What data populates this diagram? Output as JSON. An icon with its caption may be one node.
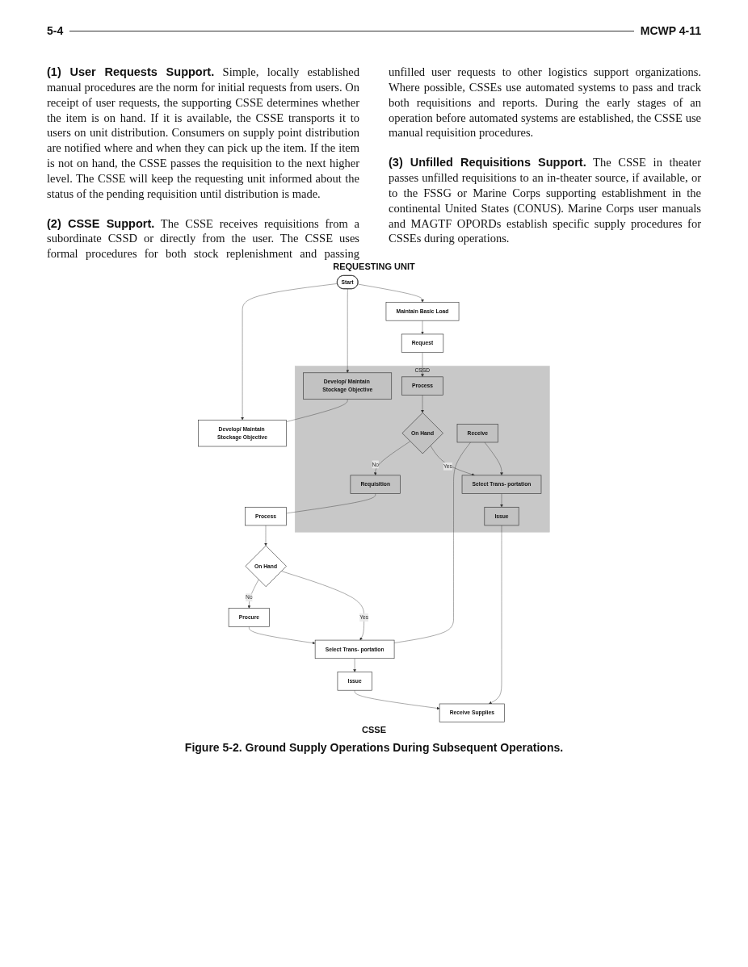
{
  "diagram": {
    "caption": "Figure 5-2. Ground Supply Operations During Subsequent Operations.",
    "nodes": [
      {
        "text": [
          "Start"
        ]
      },
      {
        "text": [
          "Maintain Basic Load"
        ]
      },
      {
        "text": [
          "Request"
        ]
      },
      {
        "text": [
          "Receive Supplies"
        ]
      },
      {
        "text": [
          "CSSD"
        ]
      },
      {
        "text": [
          "Develop/ Maintain Stockage Objective"
        ],
        "in": 4
      },
      {
        "text": [
          "Process"
        ],
        "in": 4
      },
      {
        "text": [
          "On Hand"
        ],
        "in": 4
      },
      {
        "text": [
          "Requisition"
        ],
        "in": 4
      },
      {
        "text": [
          "Receive"
        ],
        "in": 4
      },
      {
        "text": [
          "Select Trans- portation"
        ],
        "in": 4
      },
      {
        "text": [
          "Issue"
        ],
        "in": 4
      },
      {
        "text": [
          "Develop/ Maintain Stockage Objective"
        ]
      },
      {
        "text": [
          "Process"
        ]
      },
      {
        "text": [
          "On Hand"
        ]
      },
      {
        "text": [
          "Select Trans- portation"
        ]
      },
      {
        "text": [
          "Issue"
        ]
      },
      {
        "text": [
          "Procure"
        ]
      }
    ],
    "edges": [
      {
        "from": 0,
        "to": 1,
        "arrow": "to"
      },
      {
        "from": 0,
        "to": 5,
        "arrow": "to"
      },
      {
        "from": 0,
        "to": 12,
        "arrow": "to"
      },
      {
        "from": 1,
        "to": 2,
        "arrow": "to"
      },
      {
        "from": 2,
        "to": 6,
        "arrow": "to"
      },
      {
        "from": 6,
        "to": 7,
        "arrow": "to"
      },
      {
        "from": 7,
        "to": 10,
        "label": "Yes",
        "arrow": "to"
      },
      {
        "from": 7,
        "to": 8,
        "label": "No",
        "arrow": "to"
      },
      {
        "from": 9,
        "to": 10,
        "arrow": "to"
      },
      {
        "from": 10,
        "to": 11,
        "arrow": "to"
      },
      {
        "from": 11,
        "to": 3,
        "arrow": "to"
      },
      {
        "from": 5,
        "to": 12,
        "arrow": "none"
      },
      {
        "from": 8,
        "to": 13,
        "arrow": "none"
      },
      {
        "from": 9,
        "to": 15,
        "arrow": "none"
      },
      {
        "from": 13,
        "to": 14,
        "arrow": "to"
      },
      {
        "from": 14,
        "to": 15,
        "label": "Yes",
        "arrow": "to"
      },
      {
        "from": 14,
        "to": 17,
        "label": "No",
        "arrow": "to"
      },
      {
        "from": 17,
        "to": 15,
        "arrow": "to"
      },
      {
        "from": 15,
        "to": 16,
        "arrow": "to"
      },
      {
        "from": 16,
        "to": 3,
        "arrow": "to"
      }
    ],
    "labels": [
      "5-4",
      "MCWP 4-11",
      "**(1) User Requests Support.** Simple, locally established manual procedures are the norm for initial requests from users. On receipt of user requests, the supporting CSSE determines whether the item is on hand. If it is available, the CSSE transports it to users on unit distribution. Consumers on supply point distribution are notified where and when they can pick up the item. If the item is not on hand, the CSSE passes the requisition to the next higher level. The CSSE will keep the requesting unit informed about the status of the pending requisition until distribution is made.",
      "**(2) CSSE Support.** The CSSE receives requisitions from a subordinate CSSD or directly from the user. The CSSE uses formal procedures for both stock replenishment and passing unfilled user requests to other logistics support organizations. Where possible, CSSEs use automated systems to pass and track both requisitions and reports. During the early stages of an operation before automated systems are established, the CSSE use manual requisition procedures.",
      "**(3) Unfilled Requisitions Support.** The CSSE in theater passes unfilled requisitions to an in-theater source, if available, or to the FSSG or Marine Corps supporting establishment in the continental United States (CONUS). Marine Corps user manuals and MAGTF OPORDs establish specific supply procedures for CSSEs during operations.",
      "REQUESTING UNIT",
      "CSSE"
    ]
  }
}
